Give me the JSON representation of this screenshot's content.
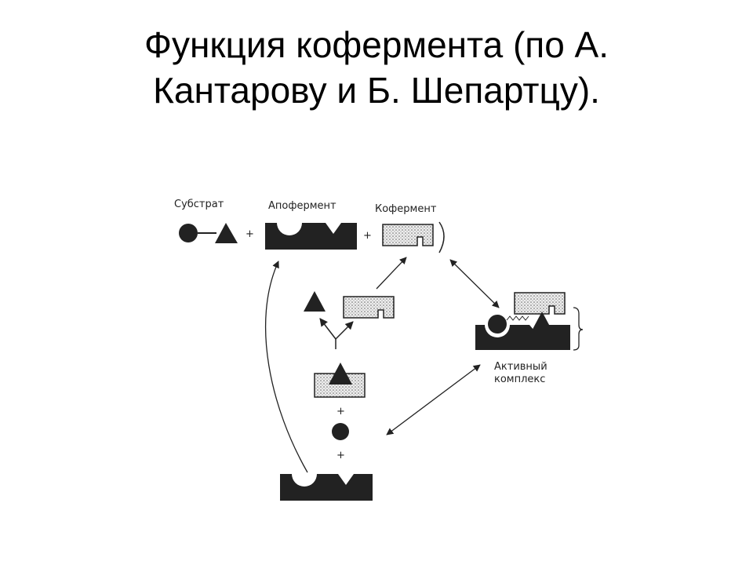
{
  "title": {
    "line1": "Функция кофермента (по А.",
    "line2": "Кантарову и Б. Шепартцу)."
  },
  "diagram": {
    "substrate_label": "Субстрат",
    "apoenzyme_label": "Апофермент",
    "coenzyme_label": "Кофермент",
    "active_complex_line1": "Активный",
    "active_complex_line2": "комплекс",
    "plus": "+"
  },
  "colors": {
    "ink": "#222222",
    "coenzyme_fill": "#e6e6e6"
  }
}
